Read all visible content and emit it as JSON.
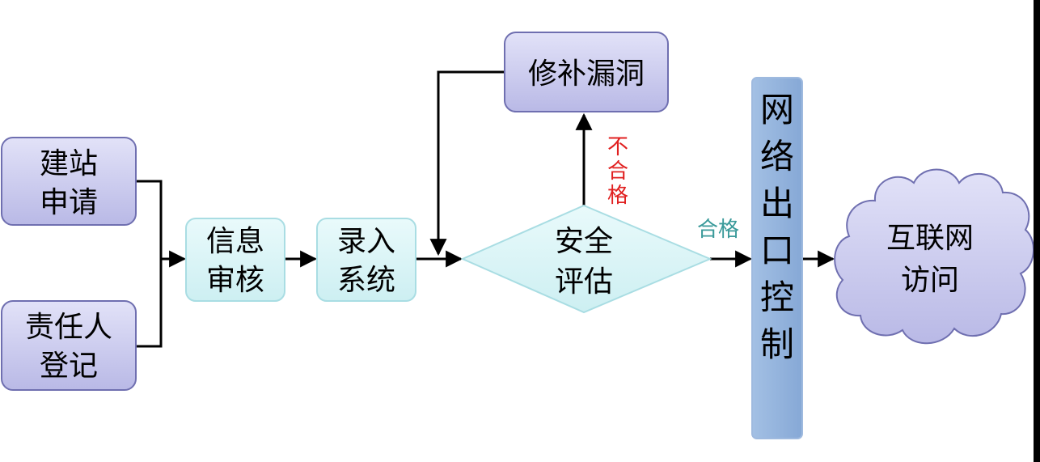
{
  "nodes": {
    "apply": {
      "lines": [
        "建站",
        "申请"
      ]
    },
    "register": {
      "lines": [
        "责任人",
        "登记"
      ]
    },
    "review": {
      "lines": [
        "信息",
        "审核"
      ]
    },
    "enter": {
      "lines": [
        "录入",
        "系统"
      ]
    },
    "evaluate": {
      "lines": [
        "安全",
        "评估"
      ]
    },
    "patch": {
      "lines": [
        "修补漏洞"
      ]
    },
    "gateway": {
      "lines": [
        "网",
        "络",
        "出",
        "口",
        "控",
        "制"
      ]
    },
    "internet": {
      "lines": [
        "互联网",
        "访问"
      ]
    }
  },
  "edges": {
    "fail_label": [
      "不",
      "合",
      "格"
    ],
    "pass_label": "合格"
  },
  "colors": {
    "purple_fill": "#c9c9ee",
    "purple_stroke": "#6f6fb0",
    "cyan_fill": "#d8f4f6",
    "cyan_stroke": "#a9dde3",
    "gateway_fill": "#93b3dc",
    "fail_text": "#e02020",
    "pass_text": "#3a9a9a"
  }
}
